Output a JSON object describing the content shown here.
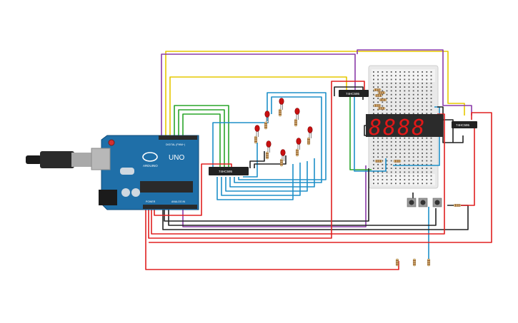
{
  "board": {
    "brand": "ARDUINO",
    "model": "UNO",
    "digital_label": "DIGITAL (PWM~)",
    "power_label": "POWER",
    "analog_label": "ANALOG IN"
  },
  "chips": {
    "left": "74HC595",
    "middle": "74HC595",
    "right": "74HC595"
  },
  "display": {
    "digits": "8888"
  },
  "colors": {
    "wire_red": "#e02020",
    "wire_black": "#222222",
    "wire_yellow": "#e6c800",
    "wire_purple": "#8a3aa8",
    "wire_green": "#2aa52a",
    "wire_blue": "#1e8fc8",
    "board_blue": "#1f6fa8",
    "led_red": "#c81010",
    "display_red": "#e01818",
    "chip_body": "#222222"
  }
}
